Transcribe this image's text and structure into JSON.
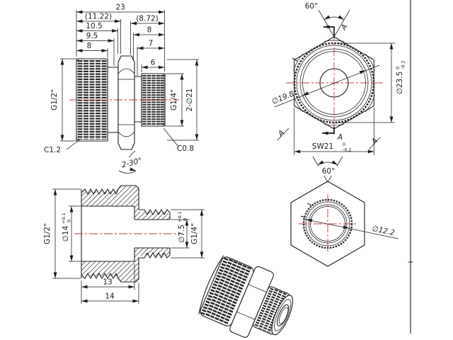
{
  "drawing": {
    "front": {
      "dim_overall": "23",
      "dim_ref_left": "(11.22)",
      "dim_10_5": "10.5",
      "dim_9_5": "9.5",
      "dim_8_left": "8",
      "dim_ref_right": "(8.72)",
      "dim_8_right": "8",
      "dim_7": "7",
      "dim_6": "6",
      "label_thread_left": "G1/2\"",
      "label_thread_right": "G1/4\"",
      "label_od": "2-∅21",
      "label_chamfer_left": "C1.2",
      "label_chamfer_right": "C0.8",
      "label_hex_chamfer": "2-30°"
    },
    "end_large": {
      "angle": "60°",
      "section": "A",
      "dia_knurl": "∅19.8",
      "od": "∅23.5",
      "od_tol_upper": "0",
      "od_tol_lower": "-0.2",
      "wrench": "SW21",
      "wrench_tol_upper": "0",
      "wrench_tol_lower": "-0.2"
    },
    "section": {
      "label_thread_left": "G1/2\"",
      "bore_large": "∅14",
      "bore_large_tol_upper": "+0.1",
      "bore_large_tol_lower": "0",
      "bore_small": "∅7.5",
      "bore_small_tol_upper": "+0.1",
      "bore_small_tol_lower": "0",
      "label_thread_right": "G1/4\"",
      "dim_depth": "13",
      "dim_length": "14"
    },
    "end_small": {
      "angle": "60°",
      "dia": "∅12.2"
    },
    "colors": {
      "line": "#1b1b1b",
      "centerline": "#c23b3b"
    }
  }
}
